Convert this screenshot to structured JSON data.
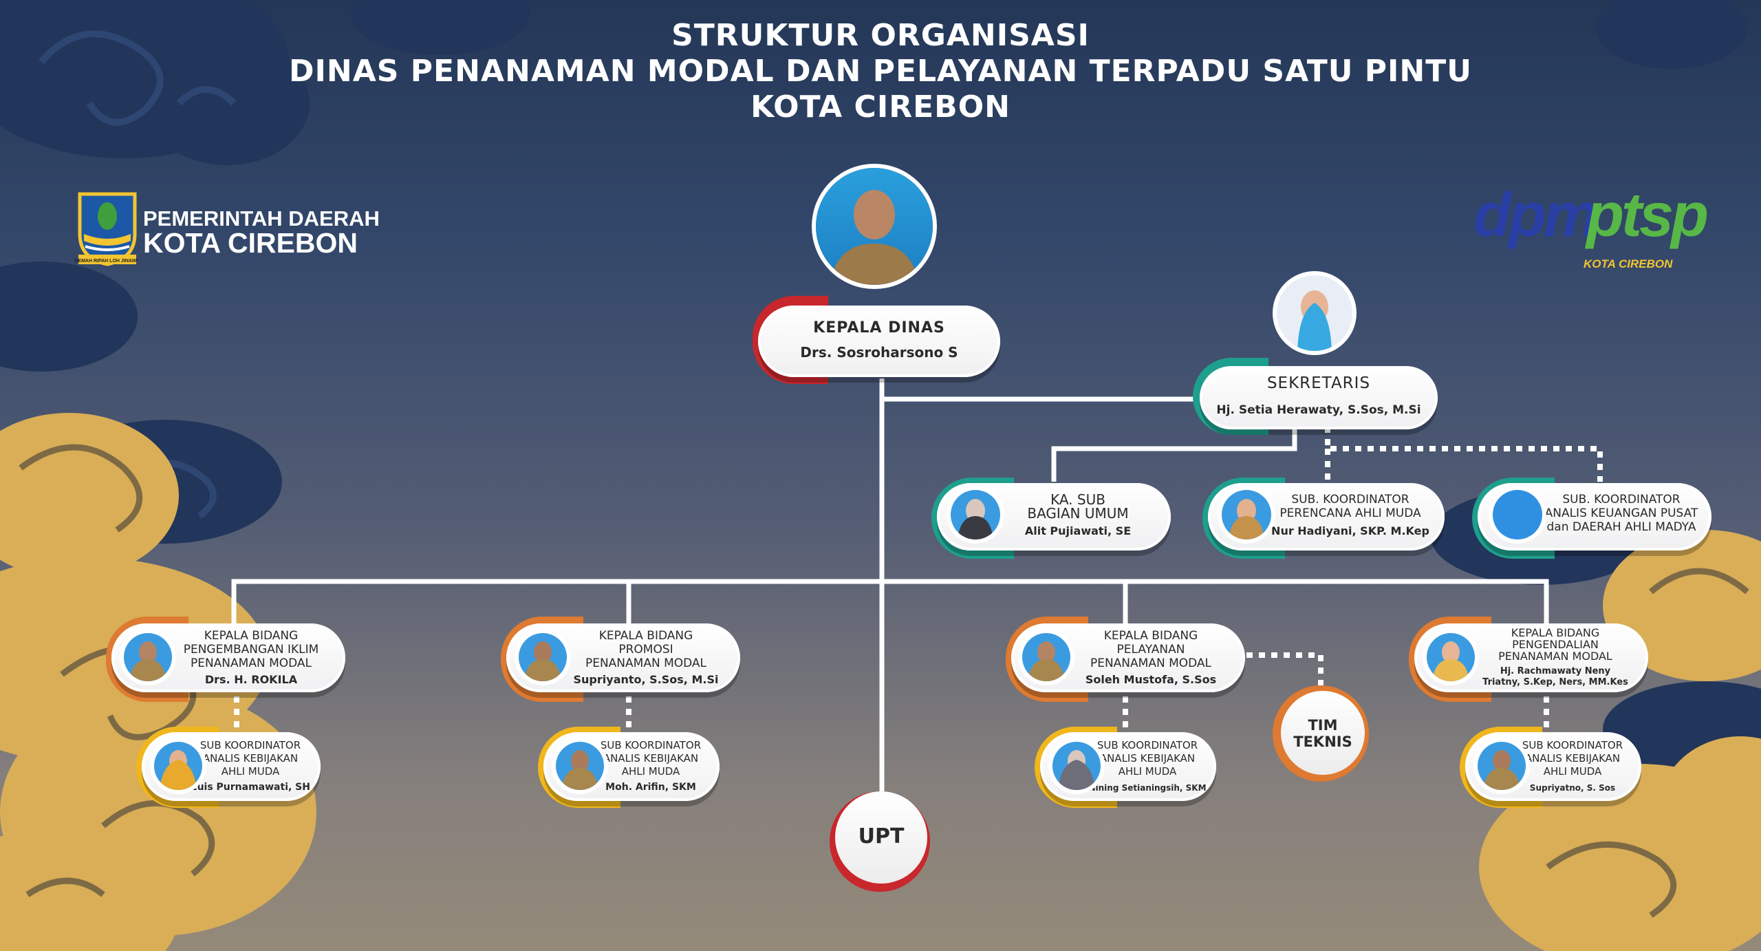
{
  "title": {
    "line1": "STRUKTUR ORGANISASI",
    "line2": "DINAS PENANAMAN MODAL DAN PELAYANAN TERPADU SATU PINTU",
    "line3": "KOTA CIREBON"
  },
  "logo_left": {
    "line1": "PEMERINTAH DAERAH",
    "line2": "KOTA CIREBON",
    "motto": "GEMAH RIPAH LOH JINAWI"
  },
  "logo_right": {
    "part1": "dpm",
    "part2": "ptsp",
    "sub": "KOTA CIREBON"
  },
  "colors": {
    "red": "#c8272c",
    "teal": "#1e9f8d",
    "orange": "#de7a31",
    "yellow": "#f0b71c",
    "bg_top": "#243757",
    "bg_bottom": "#958a79"
  },
  "nodes": {
    "kepala_dinas": {
      "role": "KEPALA DINAS",
      "name": "Drs. Sosroharsono S"
    },
    "sekretaris": {
      "role": "SEKRETARIS",
      "name": "Hj. Setia Herawaty, S.Sos, M.Si"
    },
    "kasub_umum": {
      "role1": "KA. SUB",
      "role2": "BAGIAN UMUM",
      "name": "Alit Pujiawati, SE"
    },
    "subkoor_perencana": {
      "role1": "SUB. KOORDINATOR",
      "role2": "PERENCANA AHLI MUDA",
      "name": "Nur Hadiyani, SKP. M.Kep"
    },
    "subkoor_keuangan": {
      "role1": "SUB. KOORDINATOR",
      "role2": "ANALIS KEUANGAN PUSAT",
      "role3": "dan DAERAH AHLI MADYA"
    },
    "kabid_iklim": {
      "role1": "KEPALA BIDANG",
      "role2": "PENGEMBANGAN IKLIM",
      "role3": "PENANAMAN MODAL",
      "name": "Drs. H. ROKILA"
    },
    "kabid_promosi": {
      "role1": "KEPALA BIDANG",
      "role2": "PROMOSI",
      "role3": "PENANAMAN MODAL",
      "name": "Supriyanto, S.Sos, M.Si"
    },
    "kabid_pelayanan": {
      "role1": "KEPALA BIDANG",
      "role2": "PELAYANAN",
      "role3": "PENANAMAN MODAL",
      "name": "Soleh Mustofa, S.Sos"
    },
    "kabid_pengendalian": {
      "role1": "KEPALA BIDANG",
      "role2": "PENGENDALIAN",
      "role3": "PENANAMAN MODAL",
      "name1": "Hj. Rachmawaty Neny",
      "name2": "Triatny, S.Kep, Ners, MM.Kes"
    },
    "sub_iklim": {
      "role1": "SUB KOORDINATOR",
      "role2": "ANALIS KEBIJAKAN",
      "role3": "AHLI MUDA",
      "name": "Euis Purnamawati, SH"
    },
    "sub_promosi": {
      "role1": "SUB KOORDINATOR",
      "role2": "ANALIS KEBIJAKAN",
      "role3": "AHLI MUDA",
      "name": "Moh. Arifin, SKM"
    },
    "sub_pelayanan": {
      "role1": "SUB KOORDINATOR",
      "role2": "ANALIS KEBIJAKAN",
      "role3": "AHLI MUDA",
      "name": "Nining Setianingsih, SKM"
    },
    "sub_pengendalian": {
      "role1": "SUB KOORDINATOR",
      "role2": "ANALIS KEBIJAKAN",
      "role3": "AHLI MUDA",
      "name": "Supriyatno, S. Sos"
    },
    "tim_teknis": {
      "line1": "TIM",
      "line2": "TEKNIS"
    },
    "upt": {
      "label": "UPT"
    }
  },
  "icons": [
    "person-avatar-icon",
    "coat-of-arms-icon",
    "cloud-ornament-icon"
  ]
}
